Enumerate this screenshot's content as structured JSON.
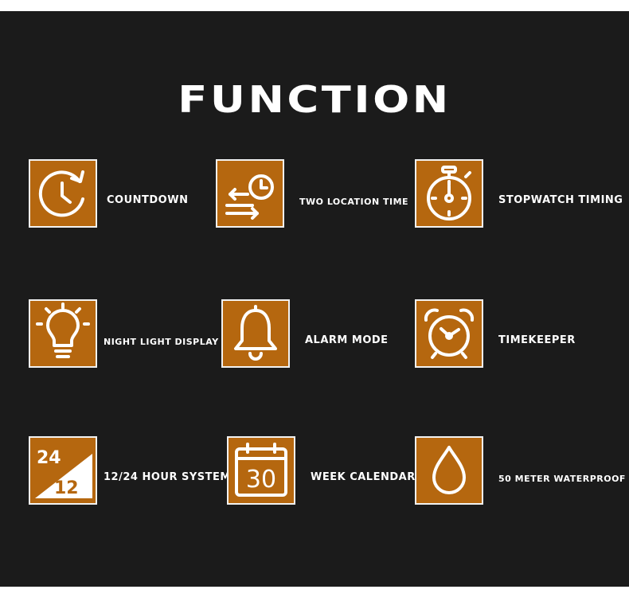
{
  "title": "FUNCTION",
  "features": [
    {
      "label": "COUNTDOWN",
      "icon": "countdown-icon"
    },
    {
      "label": "TWO LOCATION TIME",
      "icon": "two-location-time-icon"
    },
    {
      "label": "STOPWATCH TIMING",
      "icon": "stopwatch-icon"
    },
    {
      "label": "NIGHT LIGHT DISPLAY",
      "icon": "light-bulb-icon"
    },
    {
      "label": "ALARM MODE",
      "icon": "bell-icon"
    },
    {
      "label": "TIMEKEEPER",
      "icon": "alarm-clock-icon"
    },
    {
      "label": "12/24 HOUR SYSTEM",
      "icon": "hour-system-icon",
      "icon_text": [
        "24",
        "12"
      ]
    },
    {
      "label": "WEEK CALENDAR",
      "icon": "calendar-icon",
      "icon_text": [
        "30"
      ]
    },
    {
      "label": "50 METER WATERPROOF",
      "icon": "water-drop-icon"
    }
  ],
  "colors": {
    "background": "#1b1b1b",
    "tile": "#b5670f",
    "tile_border": "#f2f2f2",
    "text": "#ffffff"
  }
}
